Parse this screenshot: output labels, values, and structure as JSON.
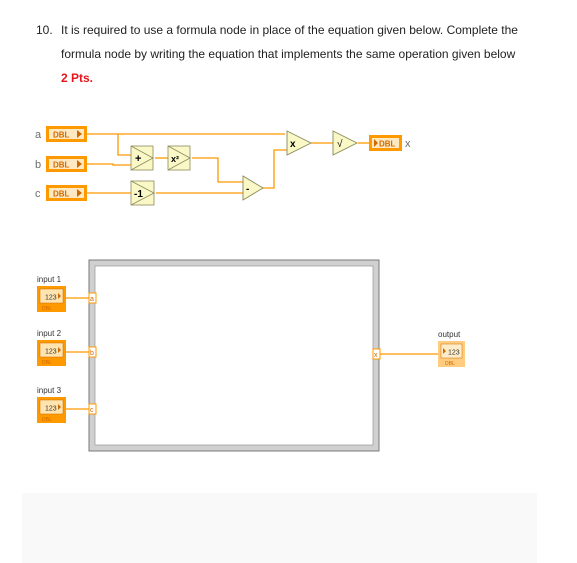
{
  "question": {
    "number": "10.",
    "line1": "It is required to use a formula node in place of the equation given below. Complete the",
    "line2": "formula node by writing the equation that implements the same operation given below",
    "points": "2 Pts."
  },
  "block_diagram": {
    "inputs": [
      {
        "label": "a",
        "type": "DBL"
      },
      {
        "label": "b",
        "type": "DBL"
      },
      {
        "label": "c",
        "type": "DBL"
      }
    ],
    "operators": [
      "+",
      "x²",
      "-1",
      "-",
      "x",
      "√"
    ],
    "output": {
      "label": "x",
      "type": "DBL"
    }
  },
  "formula_node": {
    "inputs": [
      {
        "label": "input 1",
        "terminal": "a",
        "display": "123",
        "type": "DBL"
      },
      {
        "label": "input 2",
        "terminal": "b",
        "display": "123",
        "type": "DBL"
      },
      {
        "label": "input 3",
        "terminal": "c",
        "display": "123",
        "type": "DBL"
      }
    ],
    "output": {
      "label": "output",
      "terminal": "x",
      "display": "123",
      "type": "DBL"
    }
  },
  "colors": {
    "wire": "#ff9900",
    "accent_red": "#e8141b",
    "frame": "#8c8c8c"
  }
}
